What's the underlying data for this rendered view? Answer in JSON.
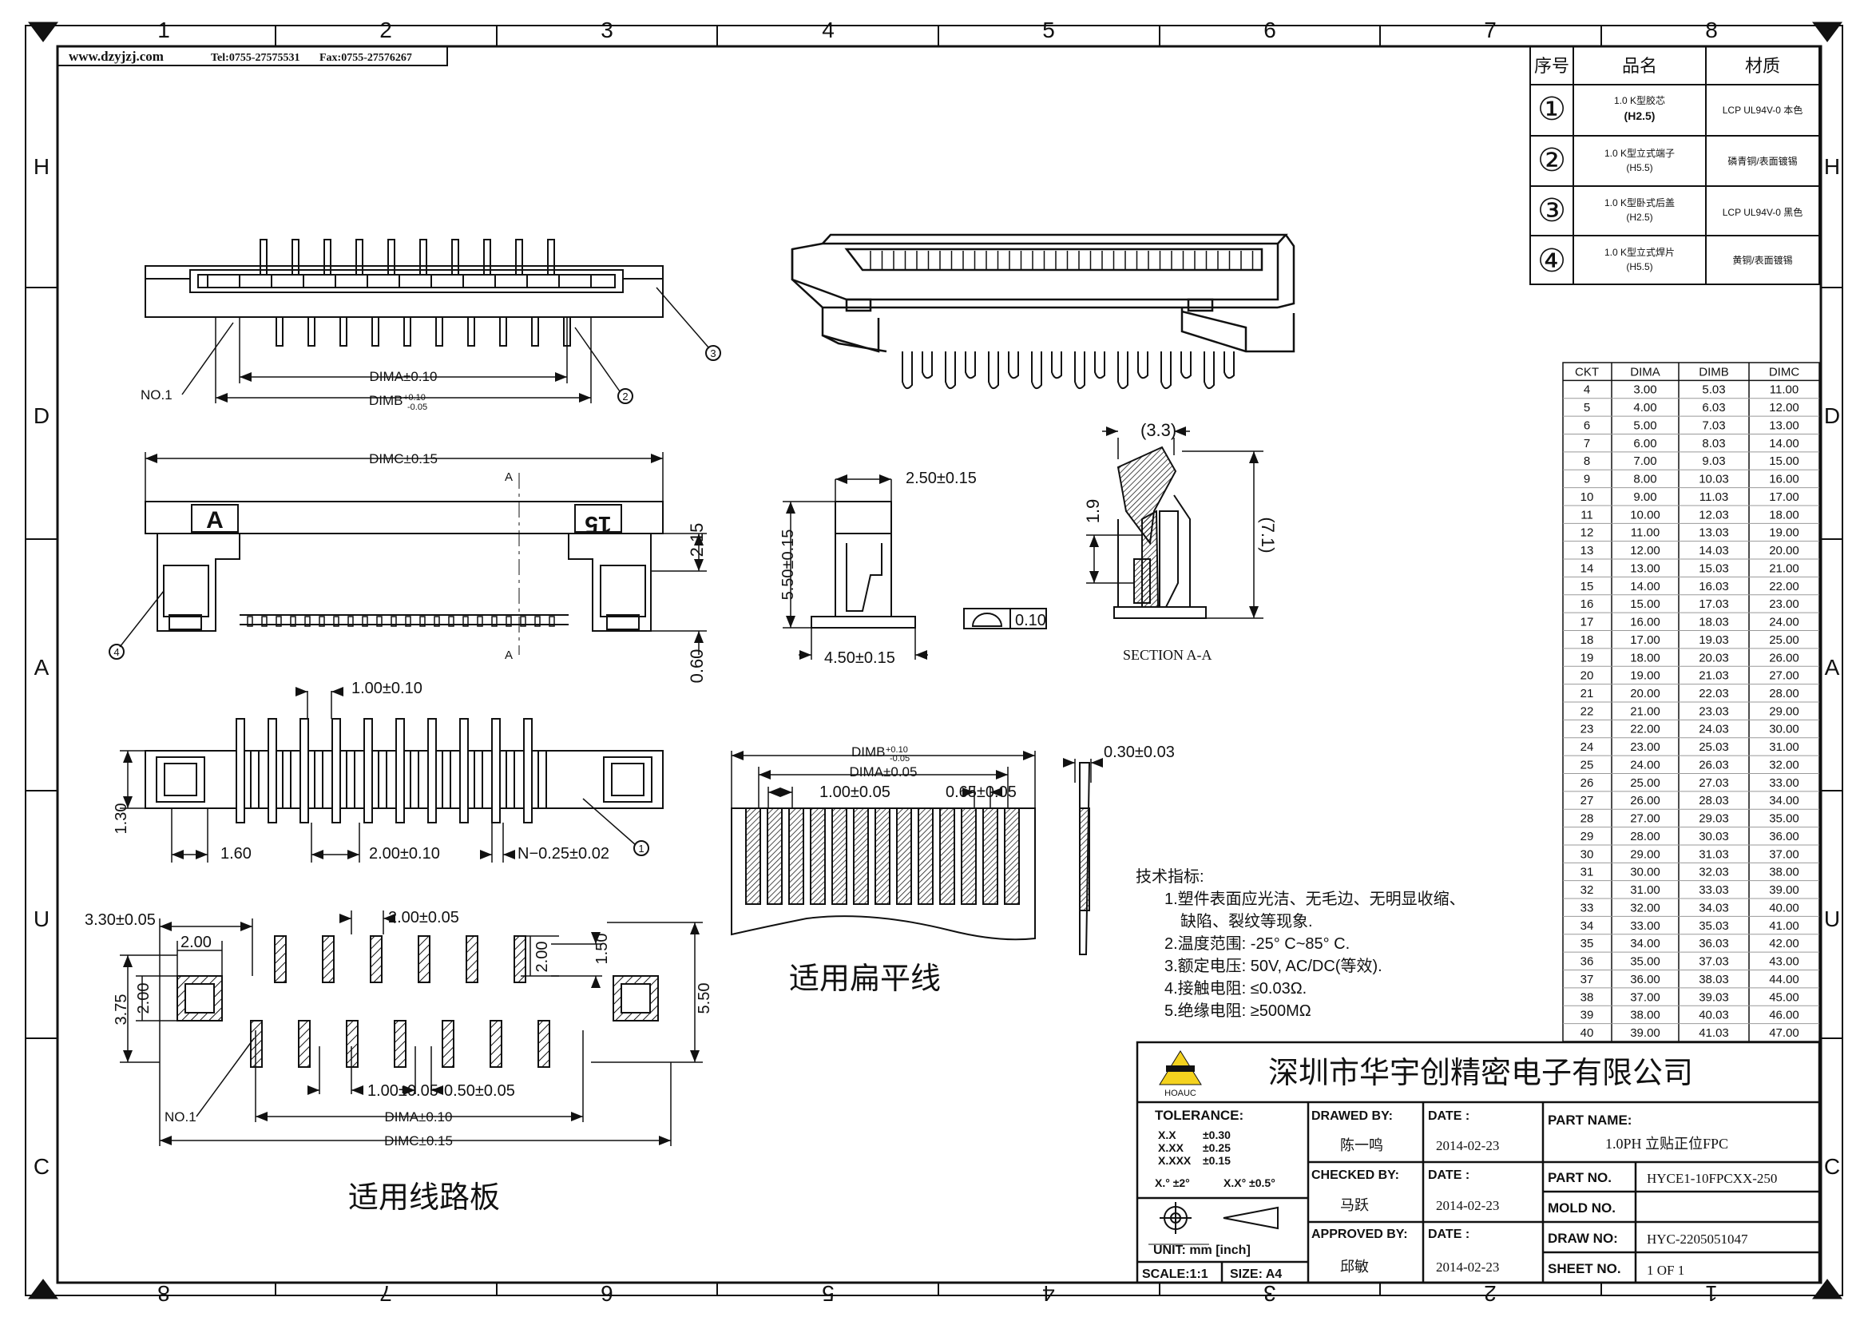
{
  "frame": {
    "col_labels_top": [
      "1",
      "2",
      "3",
      "4",
      "5",
      "6",
      "7",
      "8"
    ],
    "col_labels_bottom": [
      "8",
      "7",
      "6",
      "5",
      "4",
      "3",
      "2",
      "1"
    ],
    "row_labels_left": [
      "H",
      "D",
      "A",
      "U",
      "C"
    ],
    "row_labels_right": [
      "H",
      "D",
      "A",
      "U",
      "C"
    ]
  },
  "header_note": {
    "website": "www.dzyjzj.com",
    "tel": "Tel:0755-27575531",
    "fax": "Fax:0755-27576267"
  },
  "bom": {
    "headers": [
      "序号",
      "品名",
      "材质"
    ],
    "rows": [
      {
        "no": "①",
        "name": "1.0 K型胶芯",
        "name2": "(H2.5)",
        "material": "LCP UL94V-0 本色"
      },
      {
        "no": "②",
        "name": "1.0 K型立式端子",
        "name2": "(H5.5)",
        "material": "磷青铜/表面镀锡"
      },
      {
        "no": "③",
        "name": "1.0 K型卧式后盖",
        "name2": "(H2.5)",
        "material": "LCP UL94V-0 黑色"
      },
      {
        "no": "④",
        "name": "1.0 K型立式焊片",
        "name2": "(H5.5)",
        "material": "黄铜/表面镀锡"
      }
    ]
  },
  "dim_table": {
    "headers": [
      "CKT",
      "DIMA",
      "DIMB",
      "DIMC"
    ],
    "rows": [
      [
        "4",
        "3.00",
        "5.03",
        "11.00"
      ],
      [
        "5",
        "4.00",
        "6.03",
        "12.00"
      ],
      [
        "6",
        "5.00",
        "7.03",
        "13.00"
      ],
      [
        "7",
        "6.00",
        "8.03",
        "14.00"
      ],
      [
        "8",
        "7.00",
        "9.03",
        "15.00"
      ],
      [
        "9",
        "8.00",
        "10.03",
        "16.00"
      ],
      [
        "10",
        "9.00",
        "11.03",
        "17.00"
      ],
      [
        "11",
        "10.00",
        "12.03",
        "18.00"
      ],
      [
        "12",
        "11.00",
        "13.03",
        "19.00"
      ],
      [
        "13",
        "12.00",
        "14.03",
        "20.00"
      ],
      [
        "14",
        "13.00",
        "15.03",
        "21.00"
      ],
      [
        "15",
        "14.00",
        "16.03",
        "22.00"
      ],
      [
        "16",
        "15.00",
        "17.03",
        "23.00"
      ],
      [
        "17",
        "16.00",
        "18.03",
        "24.00"
      ],
      [
        "18",
        "17.00",
        "19.03",
        "25.00"
      ],
      [
        "19",
        "18.00",
        "20.03",
        "26.00"
      ],
      [
        "20",
        "19.00",
        "21.03",
        "27.00"
      ],
      [
        "21",
        "20.00",
        "22.03",
        "28.00"
      ],
      [
        "22",
        "21.00",
        "23.03",
        "29.00"
      ],
      [
        "23",
        "22.00",
        "24.03",
        "30.00"
      ],
      [
        "24",
        "23.00",
        "25.03",
        "31.00"
      ],
      [
        "25",
        "24.00",
        "26.03",
        "32.00"
      ],
      [
        "26",
        "25.00",
        "27.03",
        "33.00"
      ],
      [
        "27",
        "26.00",
        "28.03",
        "34.00"
      ],
      [
        "28",
        "27.00",
        "29.03",
        "35.00"
      ],
      [
        "29",
        "28.00",
        "30.03",
        "36.00"
      ],
      [
        "30",
        "29.00",
        "31.03",
        "37.00"
      ],
      [
        "31",
        "30.00",
        "32.03",
        "38.00"
      ],
      [
        "32",
        "31.00",
        "33.03",
        "39.00"
      ],
      [
        "33",
        "32.00",
        "34.03",
        "40.00"
      ],
      [
        "34",
        "33.00",
        "35.03",
        "41.00"
      ],
      [
        "35",
        "34.00",
        "36.03",
        "42.00"
      ],
      [
        "36",
        "35.00",
        "37.03",
        "43.00"
      ],
      [
        "37",
        "36.00",
        "38.03",
        "44.00"
      ],
      [
        "38",
        "37.00",
        "39.03",
        "45.00"
      ],
      [
        "39",
        "38.00",
        "40.03",
        "46.00"
      ],
      [
        "40",
        "39.00",
        "41.03",
        "47.00"
      ]
    ]
  },
  "tech": {
    "title": "技术指标:",
    "items": [
      "1.塑件表面应光洁、无毛边、无明显收缩、",
      "缺陷、裂纹等现象.",
      "2.温度范围: -25° C~85° C.",
      "3.额定电压: 50V, AC/DC(等效).",
      "4.接触电阻: ≤0.03Ω.",
      "5.绝缘电阻: ≥500MΩ"
    ]
  },
  "labels": {
    "fpc_title": "适用扁平线",
    "pcb_title": "适用线路板",
    "section": "SECTION A-A",
    "no1": "NO.1",
    "dima_010": "DIMA±0.10",
    "dimb_top": "DIMB",
    "dimb_tol_plus": "+0.10",
    "dimb_tol_minus": "-0.05",
    "dimc_015": "DIMC±0.15",
    "dima_005": "DIMA±0.05",
    "d_100_005": "1.00±0.05",
    "d_065_005": "0.65±0.05",
    "d_030_003": "0.30±0.03",
    "d_250_015": "2.50±0.15",
    "d_550_015": "5.50±0.15",
    "d_450_015": "4.50±0.15",
    "d_010": "0.10",
    "d_33": "(3.3)",
    "d_19": "1.9",
    "d_71": "(7.1)",
    "d_215": "2.15",
    "d_060": "0.60",
    "d_100_010": "1.00±0.10",
    "d_130": "1.30",
    "d_160": "1.60",
    "d_200_010": "2.00±0.10",
    "d_n025": "N−0.25±0.02",
    "d_330_005": "3.30±0.05",
    "d_200_005": "2.00±0.05",
    "d_200": "2.00",
    "d_150": "1.50",
    "d_375": "3.75",
    "d_550": "5.50",
    "d_100_005b": "1.00±0.05",
    "d_050_005": "0.50±0.05",
    "sec_a": "A",
    "mark_a": "A",
    "mark_15": "15",
    "balloon_1": "1",
    "balloon_2": "2",
    "balloon_3": "3",
    "balloon_4": "4"
  },
  "title_block": {
    "company": "深圳市华宇创精密电子有限公司",
    "logo_text": "HOAUC",
    "tolerance_label": "TOLERANCE:",
    "tol_rows": [
      [
        "X.X",
        "±0.30"
      ],
      [
        "X.XX",
        "±0.25"
      ],
      [
        "X.XXX",
        "±0.15"
      ]
    ],
    "tol_angle": [
      "X.°  ±2°",
      "X.X°  ±0.5°"
    ],
    "unit": "UNIT:  mm  [inch]",
    "scale": "SCALE:1:1",
    "size": "SIZE: A4",
    "drawed_by": "DRAWED BY:",
    "drawer": "陈一鸣",
    "checked_by": "CHECKED BY:",
    "checker": "马跃",
    "approved_by": "APPROVED BY:",
    "approver": "邱敏",
    "date_label": "DATE :",
    "date1": "2014-02-23",
    "date2": "2014-02-23",
    "date3": "2014-02-23",
    "part_name_label": "PART NAME:",
    "part_name": "1.0PH 立贴正位FPC",
    "part_no_label": "PART NO.",
    "part_no": "HYCE1-10FPCXX-250",
    "mold_no_label": "MOLD NO.",
    "mold_no": "",
    "draw_no_label": "DRAW NO:",
    "draw_no": "HYC-2205051047",
    "sheet_no_label": "SHEET NO.",
    "sheet_no": "1 OF 1"
  }
}
